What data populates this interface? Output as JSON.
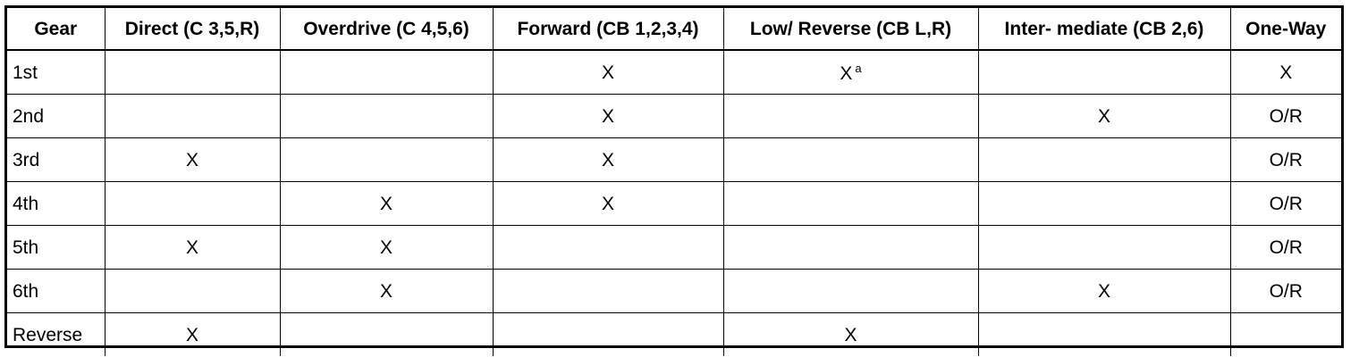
{
  "table": {
    "headers": [
      "Gear",
      "Direct (C 3,5,R)",
      "Overdrive (C 4,5,6)",
      "Forward (CB 1,2,3,4)",
      "Low/ Reverse (CB L,R)",
      "Inter- mediate (CB 2,6)",
      "One-Way"
    ],
    "rows": [
      {
        "gear": "1st",
        "cells": [
          "",
          "",
          "X",
          "X",
          "",
          "X"
        ],
        "lowrev_note": "a"
      },
      {
        "gear": "2nd",
        "cells": [
          "",
          "",
          "X",
          "",
          "X",
          "O/R"
        ]
      },
      {
        "gear": "3rd",
        "cells": [
          "X",
          "",
          "X",
          "",
          "",
          "O/R"
        ]
      },
      {
        "gear": "4th",
        "cells": [
          "",
          "X",
          "X",
          "",
          "",
          "O/R"
        ]
      },
      {
        "gear": "5th",
        "cells": [
          "X",
          "X",
          "",
          "",
          "",
          "O/R"
        ]
      },
      {
        "gear": "6th",
        "cells": [
          "",
          "X",
          "",
          "",
          "X",
          "O/R"
        ]
      },
      {
        "gear": "Reverse",
        "cells": [
          "X",
          "",
          "",
          "X",
          "",
          ""
        ]
      }
    ]
  }
}
